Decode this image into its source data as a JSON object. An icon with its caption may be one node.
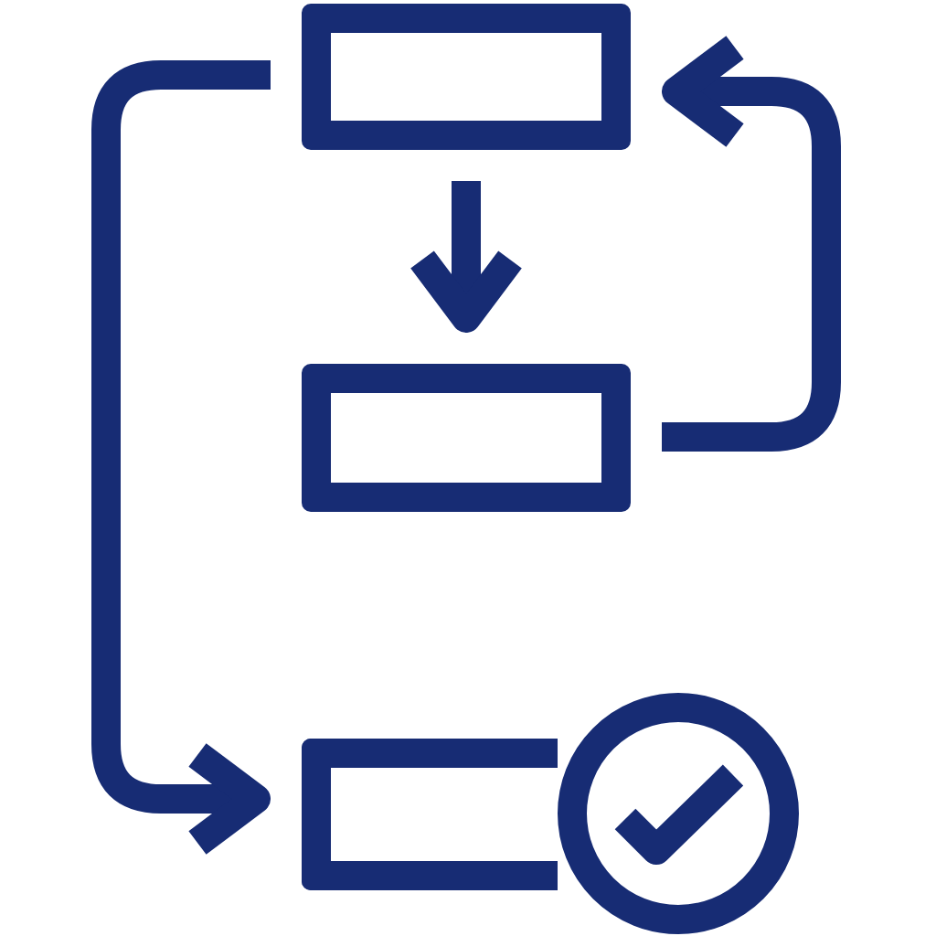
{
  "diagram": {
    "nodes": [
      {
        "text": [],
        "shape": "box"
      },
      {
        "text": [],
        "shape": "box"
      },
      {
        "text": [],
        "shape": "box"
      },
      {
        "text": [],
        "shape": "circle"
      }
    ],
    "edges": [
      {
        "from": 0,
        "to": 1,
        "arrow": "to"
      },
      {
        "from": 1,
        "to": 0,
        "arrow": "to"
      },
      {
        "from": 0,
        "to": 2,
        "arrow": "to"
      }
    ]
  }
}
